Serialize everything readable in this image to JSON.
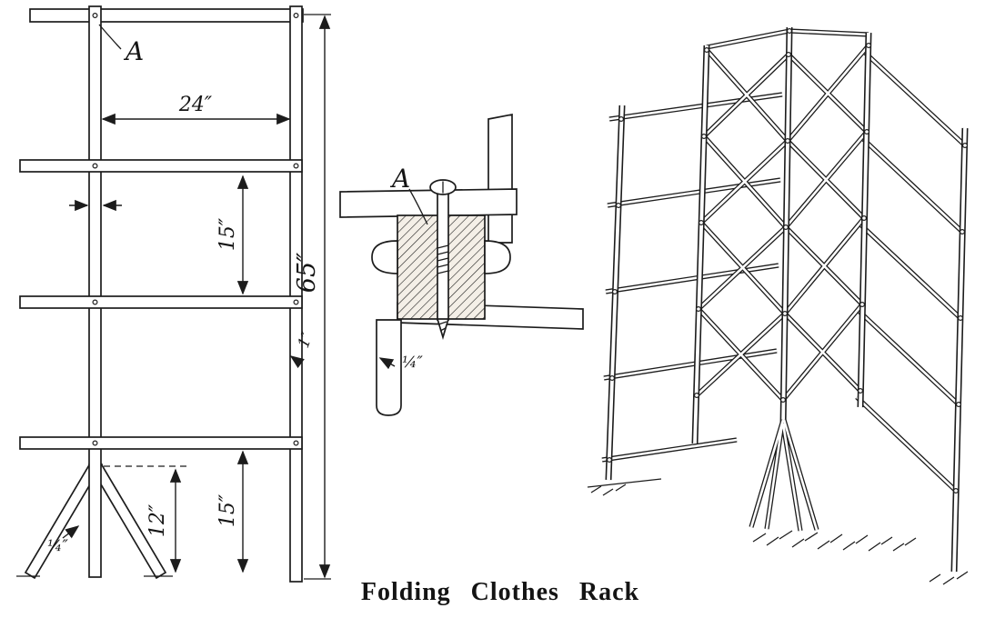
{
  "caption": "Folding Clothes Rack",
  "front_view": {
    "joint_label": "A",
    "width_dim": "24″",
    "upper_spacing_dim": "15″",
    "height_dim": "65″",
    "post_width_dim": "1″",
    "leg_height_dim": "12″",
    "leg_stock_dim": "¼″",
    "lower_spacing_dim": "15″"
  },
  "detail_view": {
    "joint_label": "A",
    "stock_thickness_dim": "¼″"
  },
  "colors": {
    "ink": "#1c1c1c",
    "paper": "#ffffff"
  }
}
